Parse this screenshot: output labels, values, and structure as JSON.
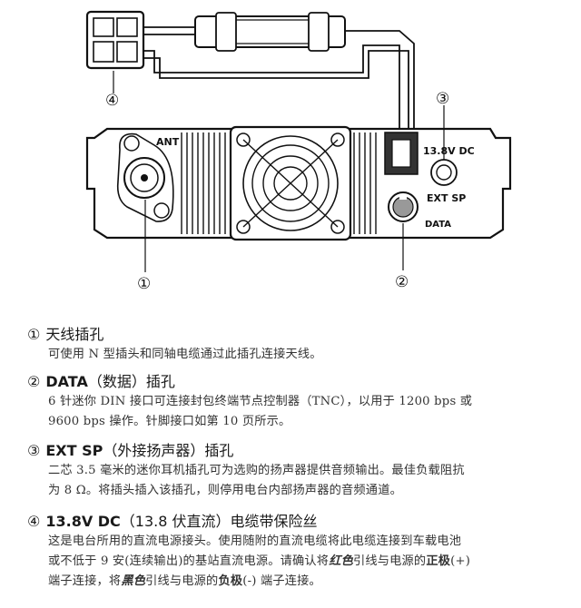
{
  "diagram": {
    "labels": {
      "ant": "ANT",
      "dc": "13.8V DC",
      "ext_sp": "EXT SP",
      "data": "DATA"
    },
    "callouts": [
      "①",
      "②",
      "③",
      "④"
    ]
  },
  "items": [
    {
      "num": "①",
      "title_cn": "天线插孔",
      "lines": [
        "可使用 N 型插头和同轴电缆通过此插孔连接天线。"
      ]
    },
    {
      "num": "②",
      "title_en": "DATA",
      "title_cn": "（数据）插孔",
      "lines": [
        "6 针迷你 DIN 接口可连接封包终端节点控制器（TNC），以用于 1200 bps 或",
        "9600 bps 操作。针脚接口如第 10 页所示。"
      ]
    },
    {
      "num": "③",
      "title_en": "EXT SP",
      "title_cn": "（外接扬声器）插孔",
      "lines": [
        "二芯 3.5 毫米的迷你耳机插孔可为选购的扬声器提供音频输出。最佳负载阻抗",
        "为 8 Ω。将插头插入该插孔，则停用电台内部扬声器的音频通道。"
      ]
    },
    {
      "num": "④",
      "title_en": "13.8V DC",
      "title_cn": "（13.8 伏直流）电缆带保险丝",
      "line1": "这是电台所用的直流电源接头。使用随附的直流电缆将此电缆连接到车载电池",
      "line2": "或不低于 9 安(连续输出)的基站直流电源。请确认将",
      "red": "红色",
      "mid1": "引线与电源的",
      "pos": "正极",
      "tail1": "(+)",
      "line3a": "端子连接，将",
      "black": "黑色",
      "mid2": "引线与电源的",
      "neg": "负极",
      "tail2": "(-) 端子连接。"
    }
  ]
}
